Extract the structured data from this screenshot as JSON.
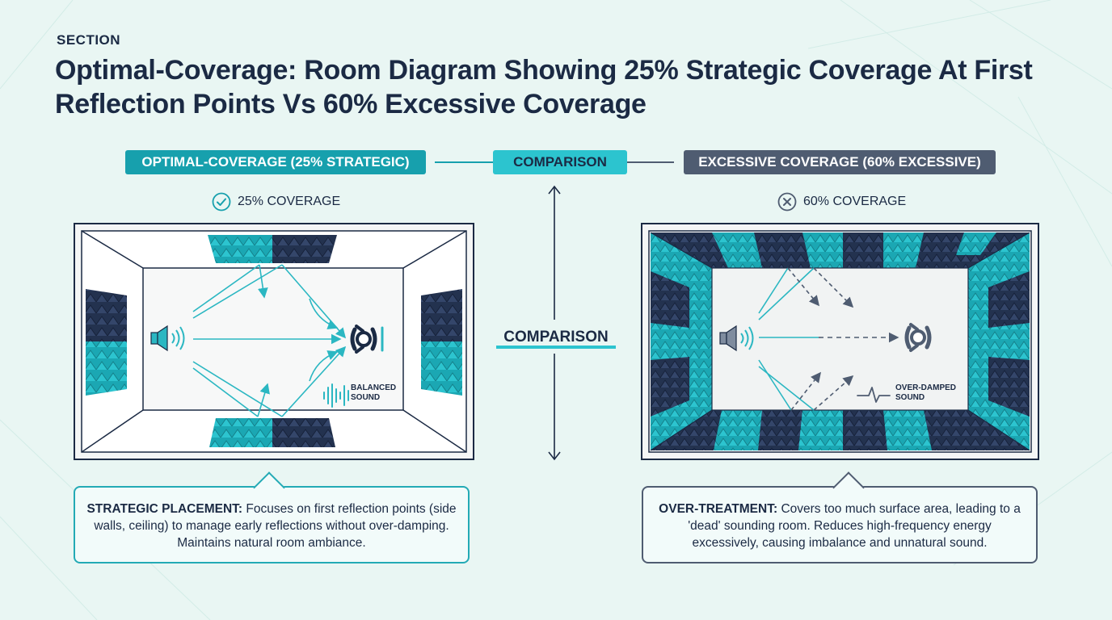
{
  "header": {
    "section_label": "SECTION",
    "title": "Optimal-Coverage: Room Diagram Showing 25% Strategic Coverage At First Reflection Points Vs 60% Excessive Coverage"
  },
  "pills": {
    "left": "OPTIMAL-COVERAGE (25% STRATEGIC)",
    "middle": "COMPARISON",
    "right": "EXCESSIVE COVERAGE (60% EXCESSIVE)"
  },
  "left_panel": {
    "coverage_label": "25% COVERAGE",
    "sound_label_line1": "BALANCED",
    "sound_label_line2": "SOUND",
    "callout_heading": "STRATEGIC PLACEMENT:",
    "callout_text": "Focuses on first reflection points (side walls, ceiling) to manage early reflections without over-damping. Maintains natural room ambiance."
  },
  "right_panel": {
    "coverage_label": "60% COVERAGE",
    "sound_label_line1": "OVER-DAMPED",
    "sound_label_line2": "SOUND",
    "callout_heading": "OVER-TREATMENT:",
    "callout_text": "Covers too much surface area, leading to a 'dead' sounding room. Reduces high-frequency energy excessively, causing imbalance and unnatural sound."
  },
  "middle": {
    "comparison_label": "COMPARISON"
  },
  "colors": {
    "navy": "#1b2a44",
    "teal": "#17a0ad",
    "teal_light": "#2cc4cf",
    "slate": "#4f5c71",
    "background": "#e9f6f3"
  },
  "icons": [
    "check-circle-icon",
    "x-circle-icon",
    "speaker-icon",
    "listener-icon",
    "waveform-icon",
    "flatline-icon",
    "double-arrow-icon"
  ]
}
